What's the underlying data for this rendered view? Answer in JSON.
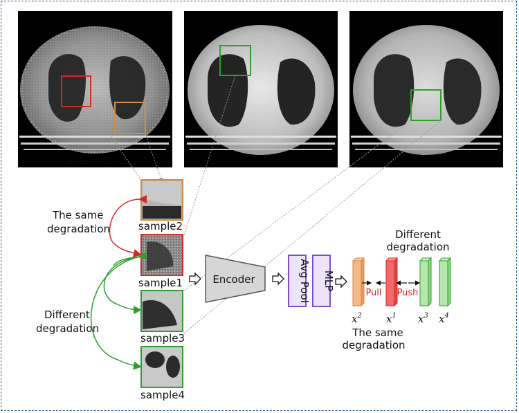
{
  "labels": {
    "sample2": "sample2",
    "sample1": "sample1",
    "sample3": "sample3",
    "sample4": "sample4",
    "same_degradation_left_line1": "The same",
    "same_degradation_left_line2": "degradation",
    "different_degradation_left_line1": "Different",
    "different_degradation_left_line2": "degradation",
    "encoder": "Encoder",
    "avg_pool": "Avg Pool",
    "mlp": "MLP",
    "different_degradation_right_line1": "Different",
    "different_degradation_right_line2": "degradation",
    "pull": "Pull",
    "push": "Push",
    "x2": "x",
    "x2_sup": "2",
    "x1": "x",
    "x1_sup": "1",
    "x3": "x",
    "x3_sup": "3",
    "x4": "x",
    "x4_sup": "4",
    "same_degradation_bottom_line1": "The same",
    "same_degradation_bottom_line2": "degradation",
    "ct_scan_text": "LUNG AIDR 3D STD"
  },
  "colors": {
    "orange": "#d98a3a",
    "red": "#d62728",
    "green": "#2ca02c",
    "green_light": "#a8e0a0",
    "orange_fill": "#f4b98a",
    "red_fill": "#f06a6a",
    "purple": "#7a4fc8",
    "purple_fill": "#e8defa",
    "encoder_fill": "#d6d6d6",
    "push_pull_red": "#d62728"
  }
}
